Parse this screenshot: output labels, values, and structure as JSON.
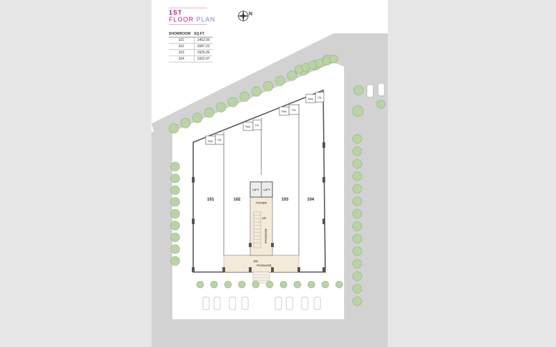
{
  "title": {
    "line1": "1ST",
    "line2a": "FLOOR",
    "line2b": "PLAN"
  },
  "compass": {
    "label": "N"
  },
  "area_table": {
    "headers": [
      "SHOWROOM",
      "SQ.FT."
    ],
    "rows": [
      [
        "101",
        "1452.09"
      ],
      [
        "102",
        "1687.22"
      ],
      [
        "103",
        "1925.06"
      ],
      [
        "104",
        "1922.07"
      ]
    ]
  },
  "labels": {
    "unit101": "101",
    "unit102": "102",
    "unit103": "103",
    "unit104": "104",
    "lift": "LIFT",
    "foyer": "FOYER",
    "up": "UP",
    "dn": "DN",
    "passage": "PASSAGE",
    "pan": "PAN.",
    "toi": "TOI."
  },
  "colors": {
    "background": "#e6e6e6",
    "sheet": "#ffffff",
    "road": "#d0d0d0",
    "wall": "#555555",
    "passage_fill": "#f3ebd8",
    "tree": "#b9d3a4",
    "title_pink": "#c2187a",
    "title_blue": "#7a7fc8"
  }
}
